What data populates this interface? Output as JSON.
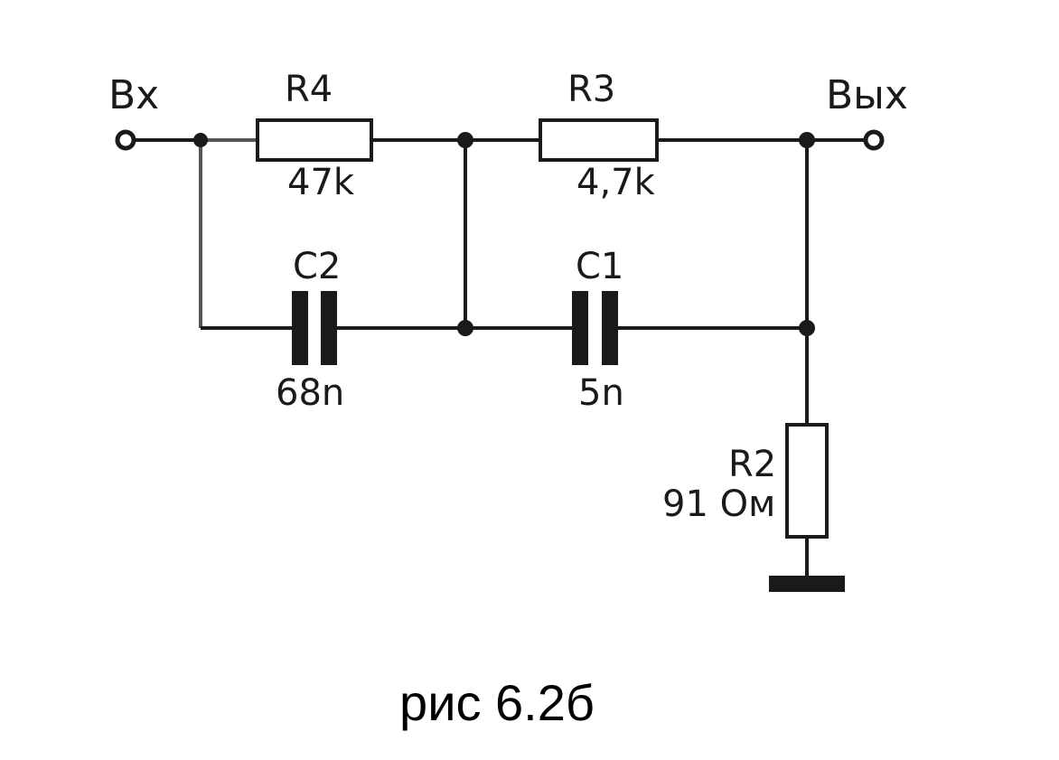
{
  "terminals": {
    "input_label": "Вх",
    "output_label": "Вых"
  },
  "components": {
    "r4": {
      "designator": "R4",
      "value": "47k"
    },
    "r3": {
      "designator": "R3",
      "value": "4,7k"
    },
    "c2": {
      "designator": "C2",
      "value": "68n"
    },
    "c1": {
      "designator": "C1",
      "value": "5n"
    },
    "r2": {
      "designator": "R2",
      "value": "91 Ом"
    }
  },
  "caption": "рис 6.2б"
}
